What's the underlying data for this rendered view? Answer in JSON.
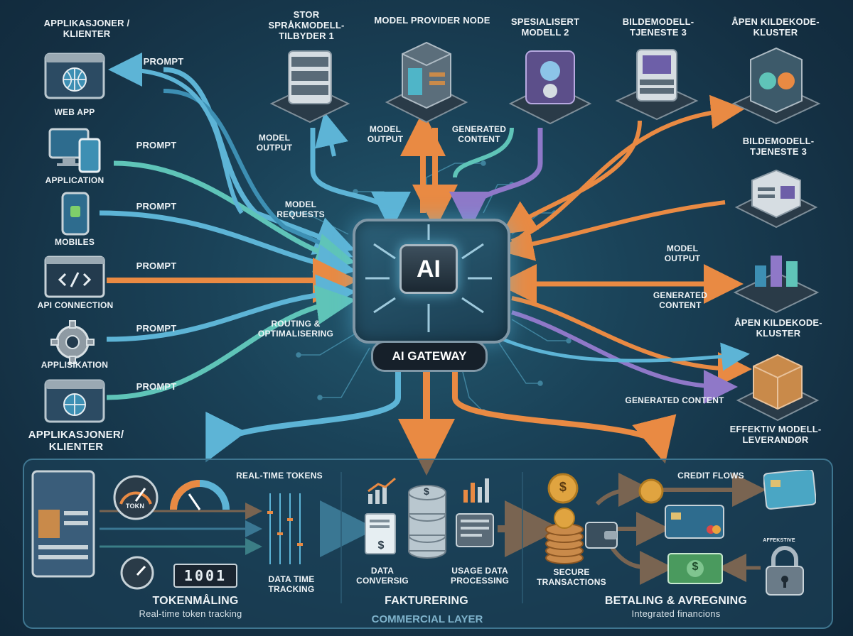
{
  "clients": {
    "title_top": "APPLIKASJONER /\nKLIENTER",
    "title_bottom": "APPLIKASJONER/\nKLIENTER",
    "items": [
      {
        "label": "WEB APP",
        "arrow": "PROMPT"
      },
      {
        "label": "APPLICATION",
        "arrow": "PROMPT"
      },
      {
        "label": "MOBILES",
        "arrow": "PROMPT"
      },
      {
        "label": "API CONNECTION",
        "arrow": "PROMPT"
      },
      {
        "label": "APPLISIKATION",
        "arrow": "PROMPT"
      },
      {
        "label": "",
        "arrow": "PROMPT"
      }
    ]
  },
  "providers_top": [
    {
      "label": "STOR\nSPRÅKMODELL-\nTILBYDER 1"
    },
    {
      "label": "MODEL PROVIDER NODE"
    },
    {
      "label": "SPESIALISERT\nMODELL 2"
    },
    {
      "label": "BILDEMODELL-\nTJENESTE 3"
    },
    {
      "label": "ÅPEN KILDEKODE-\nKLUSTER"
    }
  ],
  "providers_right": [
    {
      "label": "BILDEMODELL-\nTJENESTE 3"
    },
    {
      "label": "ÅPEN KILDEKODE-\nKLUSTER"
    },
    {
      "label": "EFFEKTIV MODELL-\nLEVERANDØR"
    }
  ],
  "flow_labels": {
    "model_output_left": "MODEL\nOUTPUT",
    "model_output_mid": "MODEL\nOUTPUT",
    "generated_content_mid": "GENERATED\nCONTENT",
    "model_requests": "MODEL\nREQUESTS",
    "routing": "ROUTING &\nOPTIMALISERING",
    "model_output_right": "MODEL\nOUTPUT",
    "generated_content_right": "GENERATED\nCONTENT",
    "generated_content_bottom": "GENERATED CONTENT"
  },
  "gateway": {
    "chip": "AI",
    "name": "AI GATEWAY"
  },
  "commercial": {
    "layer_title": "COMMERCIAL LAYER",
    "token": {
      "gauge_label": "TOKN",
      "counter": "1001",
      "realtime_label": "REAL-TIME TOKENS",
      "tracking_label": "DATA TIME\nTRACKING",
      "title": "TOKENMÅLING",
      "subtitle": "Real-time token tracking"
    },
    "billing": {
      "data_label": "DATA\nCONVERSIG",
      "usage_label": "USAGE DATA\nPROCESSING",
      "title": "FAKTURERING",
      "dollar": "$"
    },
    "payment": {
      "credit_label": "CREDIT FLOWS",
      "secure_label": "SECURE\nTRANSACTIONS",
      "tiny_label": "AFFEKSTIVE",
      "title": "BETALING & AVREGNING",
      "subtitle": "Integrated financions",
      "dollar": "$"
    }
  },
  "colors": {
    "blue": "#5db4d6",
    "teal": "#5fc4b8",
    "orange": "#e98a43",
    "purple": "#8f78c8",
    "panel_bg": "#1e465c"
  }
}
